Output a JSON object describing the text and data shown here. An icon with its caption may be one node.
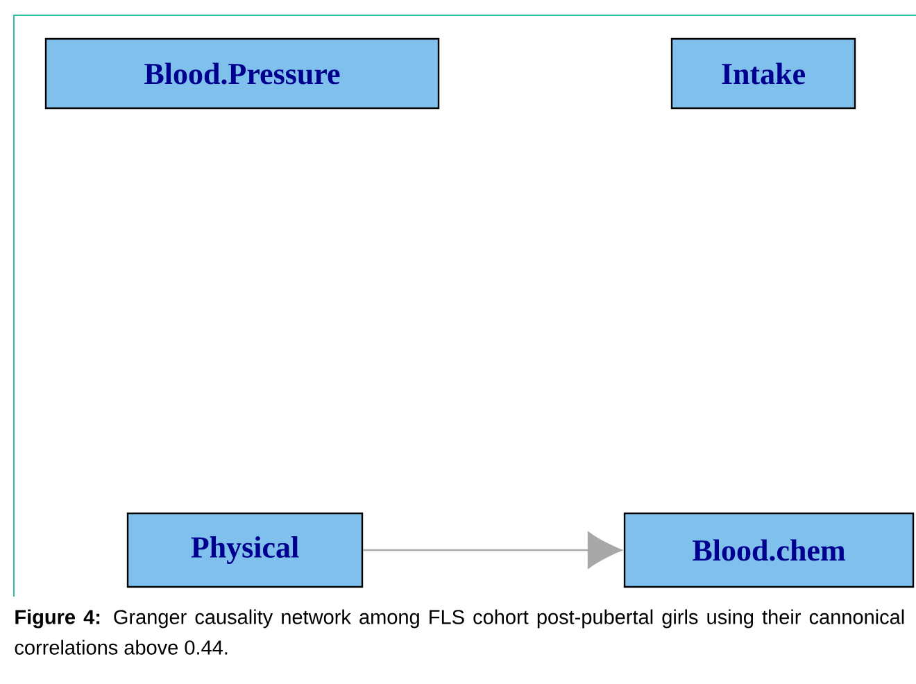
{
  "diagram": {
    "caption": "**Figure 4:** Granger causality network among FLS cohort post-pubertal girls using their cannonical correlations above 0.44.",
    "nodes": [
      {
        "text": [
          "Blood.Pressure"
        ]
      },
      {
        "text": [
          "Intake"
        ]
      },
      {
        "text": [
          "Physical"
        ]
      },
      {
        "text": [
          "Blood.chem"
        ]
      }
    ],
    "edges": [
      {
        "from": 2,
        "to": 3,
        "arrow": "to"
      }
    ]
  }
}
